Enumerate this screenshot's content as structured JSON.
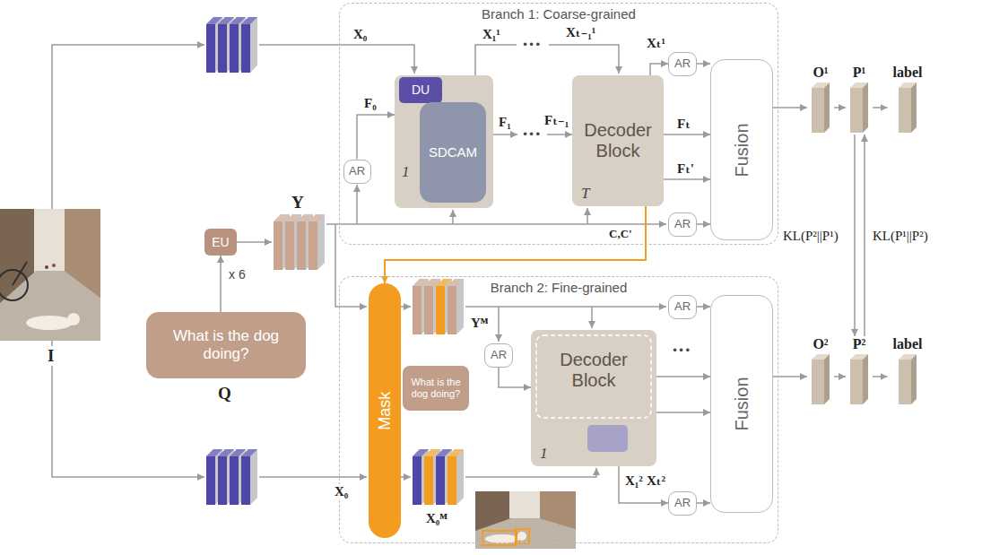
{
  "diagram": {
    "nodes": [
      {
        "text": [
          "Branch 1: Coarse-grained"
        ]
      },
      {
        "text": [
          "AR"
        ],
        "in": 0
      },
      {
        "text": [
          "1"
        ],
        "in": 0
      },
      {
        "text": [
          "DU"
        ],
        "in": 2
      },
      {
        "text": [
          "SDCAM"
        ],
        "in": 2
      },
      {
        "text": [
          "Decoder Block",
          "T"
        ],
        "in": 0
      },
      {
        "text": [
          "AR"
        ],
        "in": 0
      },
      {
        "text": [
          "AR"
        ],
        "in": 0
      },
      {
        "text": [
          "Fusion"
        ],
        "in": 0
      },
      {
        "text": [
          "O¹"
        ]
      },
      {
        "text": [
          "P¹"
        ]
      },
      {
        "text": [
          "label"
        ]
      },
      {
        "text": [
          "EU"
        ]
      },
      {
        "text": [
          "What is the dog doing?"
        ]
      },
      {
        "text": [
          "Branch 2: Fine-grained"
        ]
      },
      {
        "text": [
          "Mask"
        ],
        "in": 14
      },
      {
        "text": [
          "What is the dog doing?"
        ],
        "in": 14
      },
      {
        "text": [
          "AR"
        ],
        "in": 14
      },
      {
        "text": [
          "AR"
        ],
        "in": 14
      },
      {
        "text": [
          "Decoder Block",
          "1"
        ],
        "in": 14
      },
      {
        "text": [
          "AR"
        ],
        "in": 14
      },
      {
        "text": [
          "Fusion"
        ],
        "in": 14
      },
      {
        "text": [
          "O²"
        ]
      },
      {
        "text": [
          "P²"
        ]
      },
      {
        "text": [
          "label"
        ]
      }
    ],
    "edges": [
      {
        "from": 1,
        "to": 2,
        "arrow": "to",
        "label": "F₀"
      },
      {
        "from": 5,
        "to": 6,
        "arrow": "to",
        "label": "Xₜ¹"
      },
      {
        "from": 6,
        "to": 8,
        "arrow": "to"
      },
      {
        "from": 5,
        "to": 8,
        "arrow": "to",
        "label": "Fₜ"
      },
      {
        "from": 5,
        "to": 8,
        "arrow": "to",
        "label": "Fₜ'"
      },
      {
        "from": 7,
        "to": 8,
        "arrow": "to"
      },
      {
        "from": 8,
        "to": 9,
        "arrow": "to"
      },
      {
        "from": 9,
        "to": 10,
        "arrow": "to"
      },
      {
        "from": 10,
        "to": 11,
        "arrow": "to"
      },
      {
        "from": 10,
        "to": 23,
        "arrow": "to",
        "label": "KL(P²||P¹)"
      },
      {
        "from": 23,
        "to": 10,
        "arrow": "to",
        "label": "KL(P¹||P²)"
      },
      {
        "from": 13,
        "to": 12,
        "arrow": "to",
        "label": "x 6"
      },
      {
        "from": 5,
        "to": 15,
        "arrow": "to",
        "label": "C,C'"
      },
      {
        "from": 18,
        "to": 19,
        "arrow": "to"
      },
      {
        "from": 19,
        "to": 20,
        "arrow": "to"
      },
      {
        "from": 17,
        "to": 21,
        "arrow": "to"
      },
      {
        "from": 19,
        "to": 21,
        "arrow": "to"
      },
      {
        "from": 19,
        "to": 21,
        "arrow": "to"
      },
      {
        "from": 20,
        "to": 21,
        "arrow": "to"
      },
      {
        "from": 21,
        "to": 22,
        "arrow": "to"
      },
      {
        "from": 22,
        "to": 23,
        "arrow": "to"
      },
      {
        "from": 23,
        "to": 24,
        "arrow": "to"
      }
    ],
    "labels": [
      "X₀",
      "X₁¹",
      "•••",
      "Xₜ₋₁¹",
      "F₁",
      "•••",
      "Fₜ₋₁",
      "Y",
      "I",
      "Q",
      "Yᴹ",
      "X₀",
      "X₀ᴹ",
      "X₁²",
      "Xₜ²",
      "•••"
    ]
  }
}
